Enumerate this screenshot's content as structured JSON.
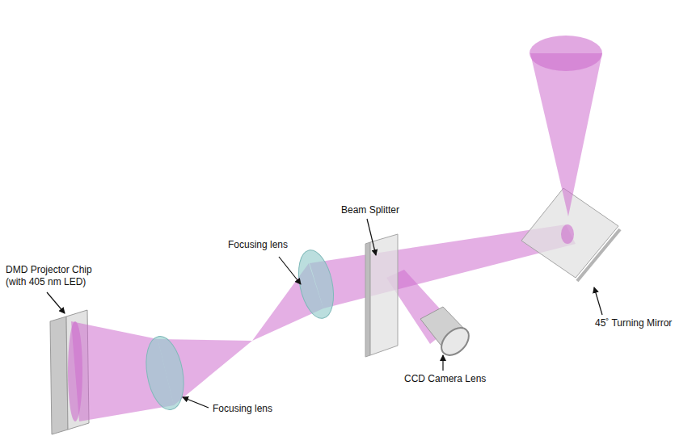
{
  "diagram": {
    "labels": [
      "DMD Projector Chip (with 405 nm LED)",
      "Focusing lens",
      "Beam Splitter",
      "Focusing lens",
      "CCD Camera Lens",
      "45˚ Turning Mirror"
    ]
  }
}
